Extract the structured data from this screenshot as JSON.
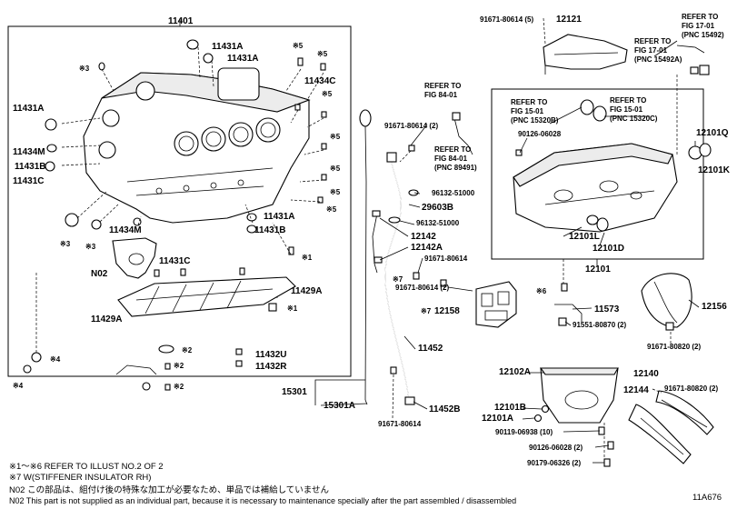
{
  "diagram_id": "11A676",
  "frames": {
    "block_group": "11401",
    "oil_pan_group": "12101"
  },
  "callouts": {
    "c11401": "11401",
    "c11431A_1": "11431A",
    "c11431A_2": "11431A",
    "c11431A_3": "11431A",
    "c11431A_4": "11431A",
    "c11434C": "11434C",
    "c11434M_1": "11434M",
    "c11434M_2": "11434M",
    "c11431B_1": "11431B",
    "c11431B_2": "11431B",
    "c11431C_1": "11431C",
    "c11431C_2": "11431C",
    "cN02": "N02",
    "c11429A_1": "11429A",
    "c11429A_2": "11429A",
    "c11432U": "11432U",
    "c11432R": "11432R",
    "c15301": "15301",
    "c15301A": "15301A",
    "c11452": "11452",
    "c11452B": "11452B",
    "c12142": "12142",
    "c12142A": "12142A",
    "c29603B": "29603B",
    "c12121": "12121",
    "c12101Q": "12101Q",
    "c12101K": "12101K",
    "c12101L": "12101L",
    "c12101D_1": "12101D",
    "c12101": "12101",
    "c11573": "11573",
    "c12156": "12156",
    "c12158": "12158",
    "c12102A": "12102A",
    "c12101B": "12101B",
    "c12101A": "12101A",
    "c12140": "12140",
    "c12144": "12144",
    "n91671_80614_5": "91671-80614 (5)",
    "n91671_80614_2a": "91671-80614 (2)",
    "n91671_80614_b": "91671-80614",
    "n91671_80614_2b": "91671-80614 (2)",
    "n91671_80614_c": "91671-80614",
    "n90126_06028": "90126-06028",
    "n96132_51000_a": "96132-51000",
    "n96132_51000_b": "96132-51000",
    "n91551_80870": "91551-80870 (2)",
    "n91671_80820_a": "91671-80820 (2)",
    "n91671_80820_b": "91671-80820 (2)",
    "n90119_06938": "90119-06938 (10)",
    "n90126_06028_2": "90126-06028 (2)",
    "n90179_06326": "90179-06326 (2)"
  },
  "marks": {
    "m1a": "※1",
    "m1b": "※1",
    "m2a": "※2",
    "m2b": "※2",
    "m2c": "※2",
    "m3a": "※3",
    "m3b": "※3",
    "m3c": "※3",
    "m4a": "※4",
    "m4b": "※4",
    "m5a": "※5",
    "m5b": "※5",
    "m5c": "※5",
    "m5d": "※5",
    "m5e": "※5",
    "m5f": "※5",
    "m5g": "※5",
    "m6": "※6",
    "m7a": "※7",
    "m7b": "※7"
  },
  "refs": {
    "r1": [
      "REFER TO",
      "FIG 84-01"
    ],
    "r2": [
      "REFER TO",
      "FIG 84-01",
      "(PNC 89491)"
    ],
    "r3": [
      "REFER TO",
      "FIG 15-01",
      "(PNC 15320B)"
    ],
    "r4": [
      "REFER TO",
      "FIG 15-01",
      "(PNC 15320C)"
    ],
    "r5": [
      "REFER TO",
      "FIG 17-01",
      "(PNC 15492A)"
    ],
    "r6": [
      "REFER TO",
      "FIG 17-01",
      "(PNC 15492)"
    ]
  },
  "footnotes": {
    "f1": "※1～※6 REFER TO ILLUST NO.2 OF 2",
    "f2": "※7 W(STIFFENER INSULATOR RH)",
    "f3": "N02 この部品は、組付け後の特殊な加工が必要なため、単品では補給していません",
    "f4": "N02 This part is not supplied as an individual part, because it is necessary to maintenance specially after the part assembled / disassembled"
  }
}
